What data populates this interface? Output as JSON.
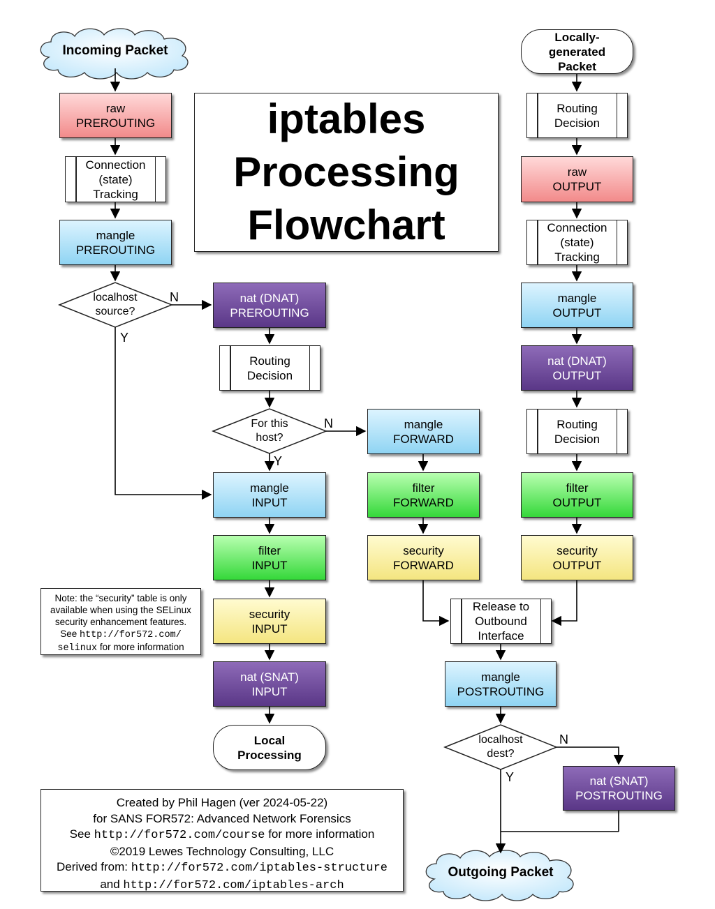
{
  "title": [
    "iptables",
    "Processing",
    "Flowchart"
  ],
  "terminals": {
    "incoming": "Incoming Packet",
    "outgoing": "Outgoing Packet",
    "locally_generated": [
      "Locally-",
      "generated",
      "Packet"
    ],
    "local_processing": [
      "Local",
      "Processing"
    ]
  },
  "left_chain": {
    "raw_prerouting": [
      "raw",
      "PREROUTING"
    ],
    "conntrack": [
      "Connection",
      "(state)",
      "Tracking"
    ],
    "mangle_prerouting": [
      "mangle",
      "PREROUTING"
    ],
    "localhost_source": [
      "localhost",
      "source?"
    ]
  },
  "middle_chain": {
    "nat_dnat_prerouting": [
      "nat (DNAT)",
      "PREROUTING"
    ],
    "routing_decision": [
      "Routing",
      "Decision"
    ],
    "for_this_host": [
      "For this",
      "host?"
    ],
    "mangle_input": [
      "mangle",
      "INPUT"
    ],
    "filter_input": [
      "filter",
      "INPUT"
    ],
    "security_input": [
      "security",
      "INPUT"
    ],
    "nat_snat_input": [
      "nat (SNAT)",
      "INPUT"
    ]
  },
  "forward_chain": {
    "mangle_forward": [
      "mangle",
      "FORWARD"
    ],
    "filter_forward": [
      "filter",
      "FORWARD"
    ],
    "security_forward": [
      "security",
      "FORWARD"
    ]
  },
  "output_chain": {
    "routing_decision_1": [
      "Routing",
      "Decision"
    ],
    "raw_output": [
      "raw",
      "OUTPUT"
    ],
    "conntrack": [
      "Connection",
      "(state)",
      "Tracking"
    ],
    "mangle_output": [
      "mangle",
      "OUTPUT"
    ],
    "nat_dnat_output": [
      "nat (DNAT)",
      "OUTPUT"
    ],
    "routing_decision_2": [
      "Routing",
      "Decision"
    ],
    "filter_output": [
      "filter",
      "OUTPUT"
    ],
    "security_output": [
      "security",
      "OUTPUT"
    ]
  },
  "post_chain": {
    "release": [
      "Release to",
      "Outbound",
      "Interface"
    ],
    "mangle_postrouting": [
      "mangle",
      "POSTROUTING"
    ],
    "localhost_dest": [
      "localhost",
      "dest?"
    ],
    "nat_snat_postrouting": [
      "nat (SNAT)",
      "POSTROUTING"
    ]
  },
  "edge_labels": {
    "yes": "Y",
    "no": "N"
  },
  "note": {
    "line1": "Note: the “security” table is only",
    "line2": "available when using the SELinux",
    "line3": "security enhancement features.",
    "line4_prefix": "See ",
    "line4_url": "http://for572.com/",
    "line5_url": "selinux",
    "line5_suffix": " for more information"
  },
  "credits": {
    "line1": "Created by Phil Hagen (ver 2024-05-22)",
    "line2": "for SANS FOR572: Advanced Network Forensics",
    "line3_prefix": "See ",
    "line3_url": "http://for572.com/course",
    "line3_suffix": " for more information",
    "line4": "©2019 Lewes Technology Consulting, LLC",
    "line5_prefix": "Derived from: ",
    "line5_url": "http://for572.com/iptables-structure",
    "line6_prefix": "and ",
    "line6_url": "http://for572.com/iptables-arch"
  },
  "colors": {
    "raw": "#f28a8a",
    "mangle": "#8fd4f3",
    "nat": "#5a3787",
    "filter": "#35d83a",
    "security": "#f4e580",
    "line": "#000000"
  }
}
